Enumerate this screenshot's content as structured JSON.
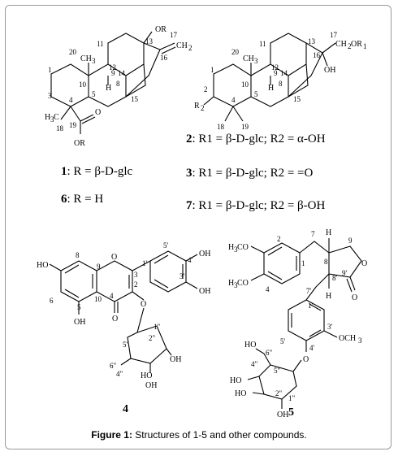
{
  "compounds": {
    "c1_label": "1: R = β-D-glc",
    "c6_label": "6: R = H",
    "c2_label": "2: R1 = β-D-glc; R2 = α-OH",
    "c3_label": "3: R1 = β-D-glc; R2 = =O",
    "c7_label": "7: R1 = β-D-glc; R2 = β-OH",
    "c4_number": "4",
    "c5_number": "5"
  },
  "caption": {
    "prefix": "Figure 1:",
    "text": " Structures of 1-5 and other compounds."
  }
}
